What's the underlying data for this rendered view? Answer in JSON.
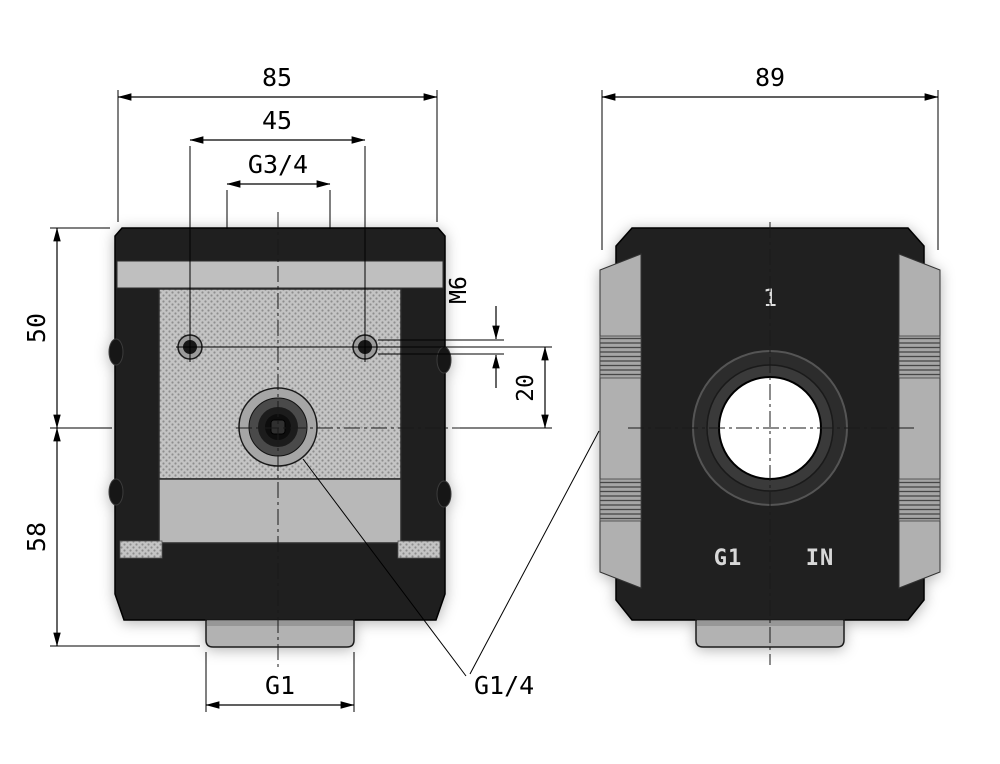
{
  "drawing": {
    "front_view": {
      "dim_overall_width": "85",
      "dim_hole_spacing": "45",
      "dim_top_port_thread": "G3/4",
      "dim_upper_height": "50",
      "dim_lower_height": "58",
      "dim_side_hole_thread": "M6",
      "dim_side_hole_offset": "20",
      "dim_bottom_port_thread": "G1",
      "label_front_port_thread": "G1/4"
    },
    "side_view": {
      "dim_overall_depth": "89",
      "marking_port_number": "1",
      "marking_port_thread": "G1",
      "marking_flow_direction": "IN"
    },
    "colors": {
      "background": "#ffffff",
      "body_dark": "#1f1f1f",
      "panel_gray": "#c4c4c4",
      "line": "#000000"
    }
  }
}
